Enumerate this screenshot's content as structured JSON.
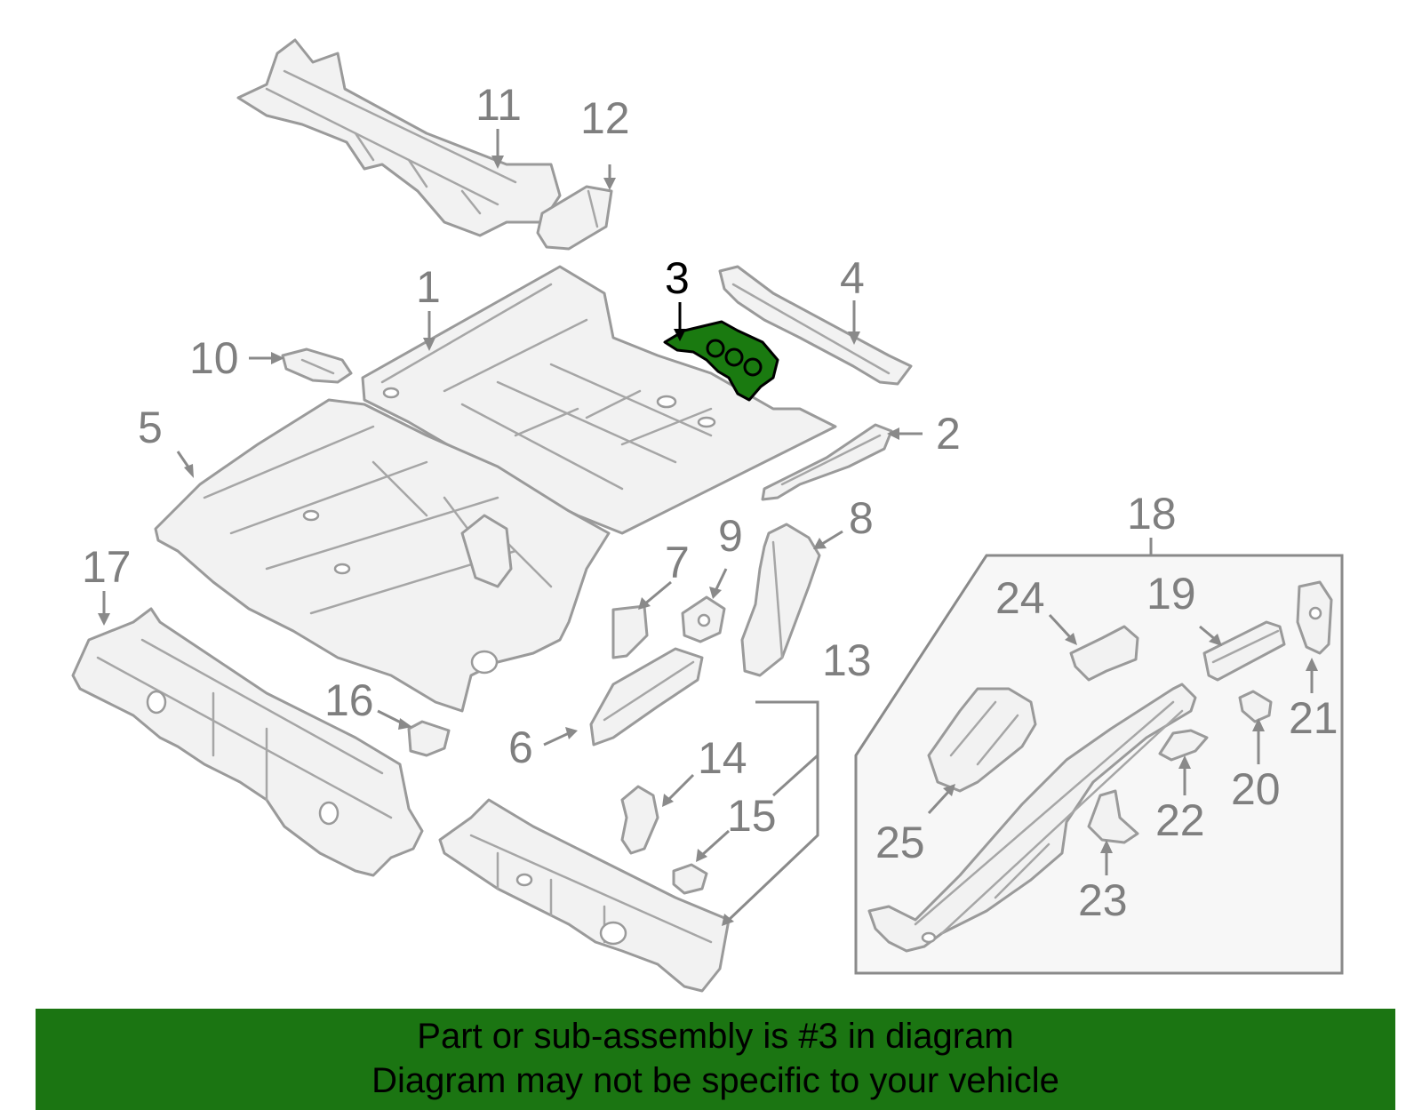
{
  "callouts": {
    "c1": "1",
    "c2": "2",
    "c3": "3",
    "c4": "4",
    "c5": "5",
    "c6": "6",
    "c7": "7",
    "c8": "8",
    "c9": "9",
    "c10": "10",
    "c11": "11",
    "c12": "12",
    "c13": "13",
    "c14": "14",
    "c15": "15",
    "c16": "16",
    "c17": "17",
    "c18": "18",
    "c19": "19",
    "c20": "20",
    "c21": "21",
    "c22": "22",
    "c23": "23",
    "c24": "24",
    "c25": "25"
  },
  "highlight": {
    "part_number": "3",
    "color": "#1a7a10"
  },
  "banner": {
    "line1": "Part or sub-assembly is #3 in diagram",
    "line2": "Diagram may not be specific to your vehicle",
    "background": "#1b7512"
  }
}
